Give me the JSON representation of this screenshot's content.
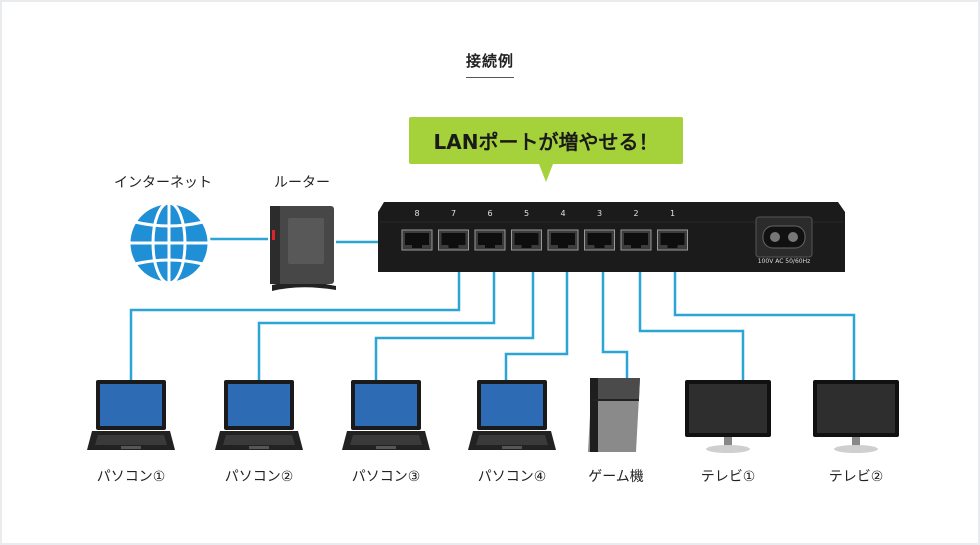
{
  "heading": "接続例",
  "callout": "LANポートが増やせる！",
  "nodes": {
    "internet": "インターネット",
    "router": "ルーター"
  },
  "switch": {
    "port_numbers": [
      "8",
      "7",
      "6",
      "5",
      "4",
      "3",
      "2",
      "1"
    ],
    "power_label": "100V AC 50/60Hz"
  },
  "devices": [
    {
      "label": "パソコン①",
      "kind": "laptop"
    },
    {
      "label": "パソコン②",
      "kind": "laptop"
    },
    {
      "label": "パソコン③",
      "kind": "laptop"
    },
    {
      "label": "パソコン④",
      "kind": "laptop"
    },
    {
      "label": "ゲーム機",
      "kind": "game-console"
    },
    {
      "label": "テレビ①",
      "kind": "tv"
    },
    {
      "label": "テレビ②",
      "kind": "tv"
    }
  ],
  "colors": {
    "cable": "#2aa5d6",
    "callout": "#a5d23a",
    "globe": "#1f8fd6",
    "switch_body": "#1b1b1b"
  }
}
